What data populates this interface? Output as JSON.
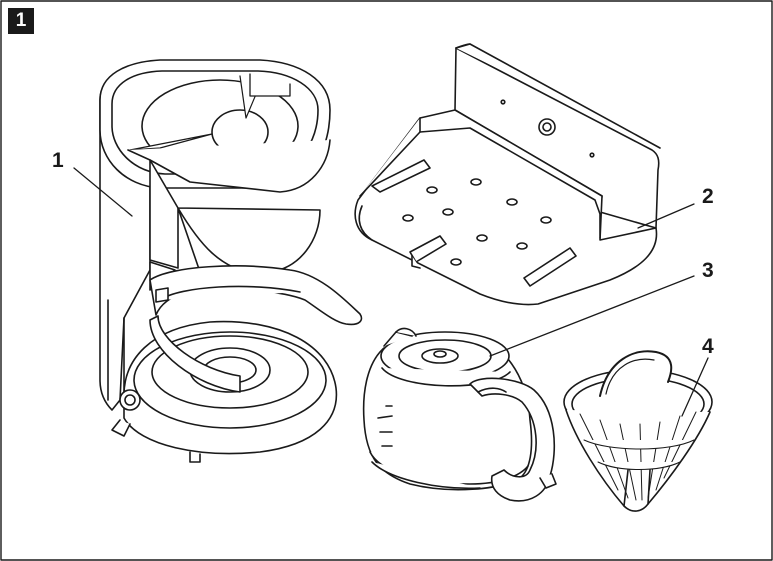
{
  "figure": {
    "figure_number": "1",
    "callouts": [
      {
        "id": "coffee-maker",
        "label": "1"
      },
      {
        "id": "wall-mount-base",
        "label": "2"
      },
      {
        "id": "glass-carafe",
        "label": "3"
      },
      {
        "id": "filter-basket",
        "label": "4"
      }
    ]
  }
}
